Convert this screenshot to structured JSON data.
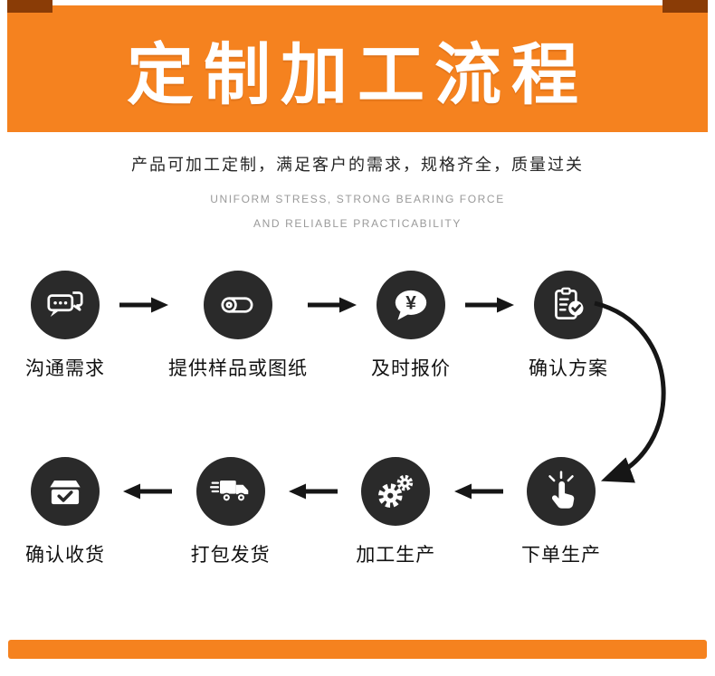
{
  "banner": {
    "title": "定制加工流程"
  },
  "intro": {
    "subtitle": "产品可加工定制，满足客户的需求，规格齐全，质量过关",
    "tagline_line1": "UNIFORM STRESS, STRONG BEARING FORCE",
    "tagline_line2": "AND RELIABLE PRACTICABILITY"
  },
  "flow": {
    "row1": [
      {
        "label": "沟通需求",
        "icon": "chat-bubbles-icon"
      },
      {
        "label": "提供样品或图纸",
        "icon": "blueprint-roll-icon"
      },
      {
        "label": "及时报价",
        "icon": "price-quote-icon"
      },
      {
        "label": "确认方案",
        "icon": "plan-checklist-icon"
      }
    ],
    "row2": [
      {
        "label": "确认收货",
        "icon": "receive-box-icon"
      },
      {
        "label": "打包发货",
        "icon": "delivery-truck-icon"
      },
      {
        "label": "加工生产",
        "icon": "gears-icon"
      },
      {
        "label": "下单生产",
        "icon": "click-order-icon"
      }
    ]
  },
  "icons": {
    "yen_symbol": "¥"
  },
  "colors": {
    "banner_orange": "#f5821f",
    "corner_brown": "#8a3c06",
    "circle_dark": "#2a2a2a",
    "arrow_black": "#161616"
  }
}
